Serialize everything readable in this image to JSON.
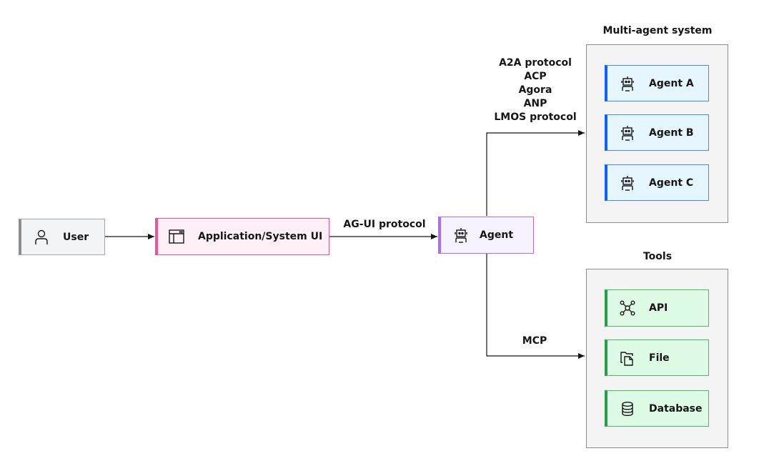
{
  "nodes": {
    "user": {
      "label": "User",
      "icon": "user-icon"
    },
    "app_ui": {
      "label": "Application/System UI",
      "icon": "application-window-icon"
    },
    "agent": {
      "label": "Agent",
      "icon": "robot-icon"
    }
  },
  "groups": {
    "multi_agent": {
      "title": "Multi-agent system",
      "items": [
        {
          "label": "Agent A",
          "icon": "robot-icon"
        },
        {
          "label": "Agent B",
          "icon": "robot-icon"
        },
        {
          "label": "Agent C",
          "icon": "robot-icon"
        }
      ]
    },
    "tools": {
      "title": "Tools",
      "items": [
        {
          "label": "API",
          "icon": "api-icon"
        },
        {
          "label": "File",
          "icon": "file-icon"
        },
        {
          "label": "Database",
          "icon": "database-icon"
        }
      ]
    }
  },
  "edges": {
    "app_to_agent": "AG-UI protocol",
    "agent_to_multi": [
      "A2A protocol",
      "ACP",
      "Agora",
      "ANP",
      "LMOS protocol"
    ],
    "agent_to_tools": "MCP"
  },
  "colors": {
    "user_accent": "#8d8d8d",
    "user_fill": "#f2f4f8",
    "app_accent": "#ee5396",
    "app_fill": "#fff0f7",
    "agent_accent": "#a56eff",
    "agent_fill": "#f6f2ff",
    "multi_agent_accent": "#0f62fe",
    "multi_agent_fill": "#e5f6ff",
    "tools_accent": "#24a148",
    "tools_fill": "#defbe6"
  }
}
